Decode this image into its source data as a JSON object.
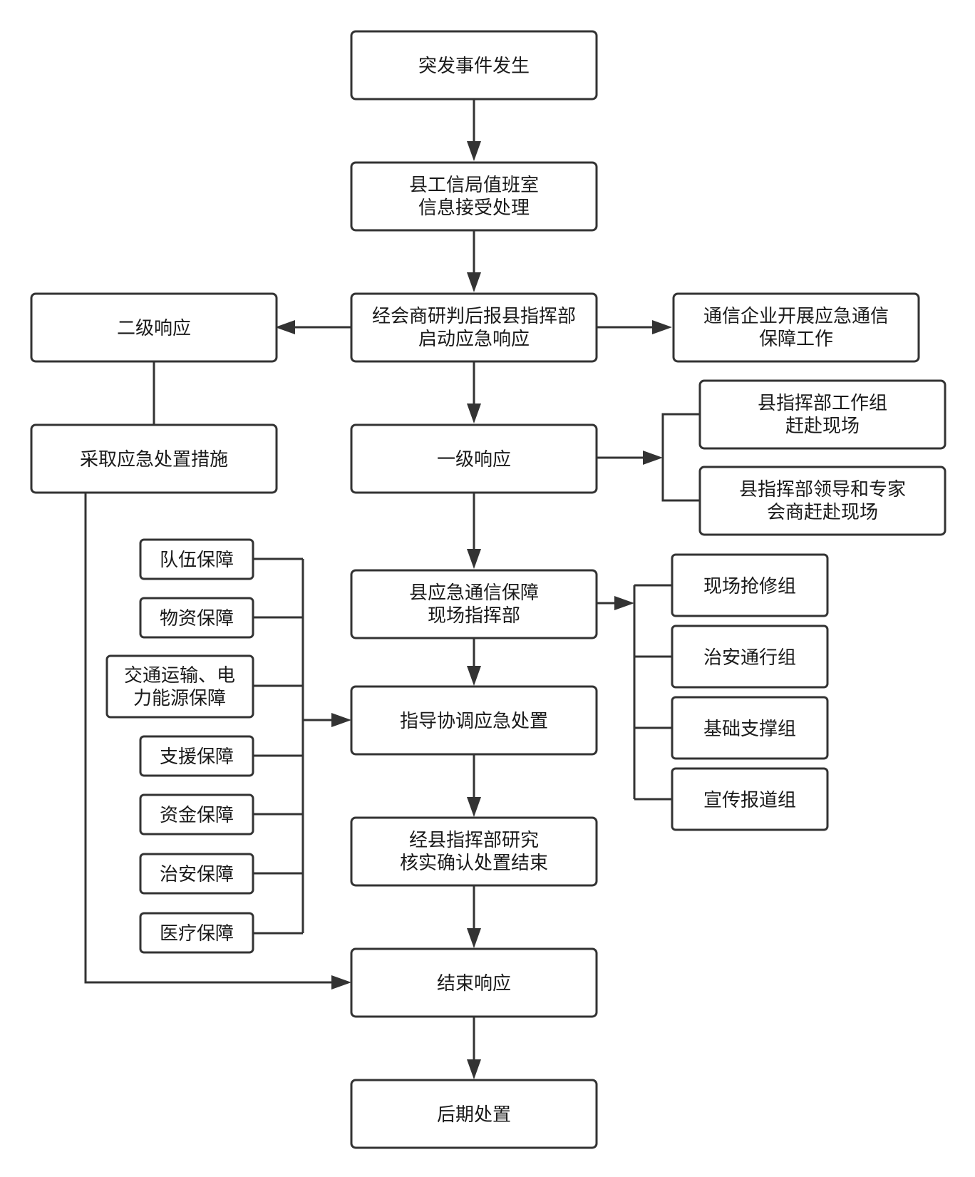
{
  "nodes": {
    "event_occurs": [
      "突发事件发生"
    ],
    "duty_room": [
      "县工信局值班室",
      "信息接受处理"
    ],
    "consult_start": [
      "经会商研判后报县指挥部",
      "启动应急响应"
    ],
    "level2": [
      "二级响应"
    ],
    "telecom": [
      "通信企业开展应急通信",
      "保障工作"
    ],
    "measures": [
      "采取应急处置措施"
    ],
    "level1": [
      "一级响应"
    ],
    "workgroup": [
      "县指挥部工作组",
      "赶赴现场"
    ],
    "leaders": [
      "县指挥部领导和专家",
      "会商赶赴现场"
    ],
    "field_hq": [
      "县应急通信保障",
      "现场指挥部"
    ],
    "coordinate": [
      "指导协调应急处置"
    ],
    "verify_end": [
      "经县指挥部研究",
      "核实确认处置结束"
    ],
    "end_response": [
      "结束响应"
    ],
    "aftermath": [
      "后期处置"
    ],
    "team": [
      "队伍保障"
    ],
    "materials": [
      "物资保障"
    ],
    "transport": [
      "交通运输、电",
      "力能源保障"
    ],
    "support": [
      "支援保障"
    ],
    "funds": [
      "资金保障"
    ],
    "security": [
      "治安保障"
    ],
    "medical": [
      "医疗保障"
    ],
    "repair": [
      "现场抢修组"
    ],
    "traffic": [
      "治安通行组"
    ],
    "infra": [
      "基础支撑组"
    ],
    "publicity": [
      "宣传报道组"
    ]
  }
}
